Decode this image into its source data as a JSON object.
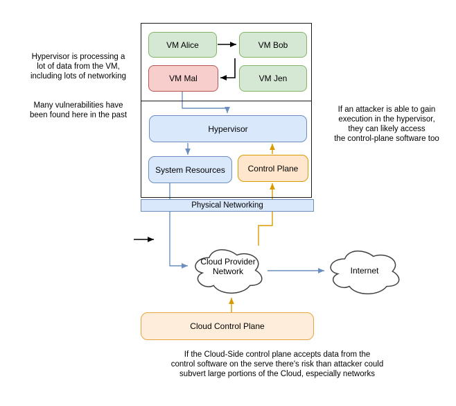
{
  "boxes": {
    "vm_alice": "VM Alice",
    "vm_bob": "VM Bob",
    "vm_mal": "VM Mal",
    "vm_jen": "VM Jen",
    "hypervisor": "Hypervisor",
    "system_resources": "System Resources",
    "control_plane": "Control Plane",
    "physical_networking": "Physical Networking",
    "cloud_control_plane": "Cloud Control Plane"
  },
  "clouds": {
    "cloud_provider_network": "Cloud Provider\nNetwork",
    "internet": "Internet"
  },
  "notes": {
    "left_para1": "Hypervisor is processing a\nlot of data from the VM,\nincluding lots of networking",
    "left_para2": "Many vulnerabilities have\nbeen found here in the past",
    "right": "If an attacker is able to gain\nexecution in the hypervisor,\nthey can likely access\nthe control-plane software too",
    "bottom": "If the Cloud-Side control plane accepts data from the\ncontrol software on the serve there's risk than attacker could\nsubvert large portions of the Cloud, especially networks"
  },
  "colors": {
    "vm_green_fill": "#d5e8d4",
    "vm_green_border": "#82b366",
    "vm_red_fill": "#f8cecc",
    "vm_red_border": "#b85450",
    "blue_fill": "#dae8fc",
    "blue_border": "#6c8ebf",
    "orange_fill": "#ffe6cc",
    "orange_border": "#d79b00",
    "arrow_black": "#000000",
    "arrow_blue": "#6c8ebf",
    "arrow_orange": "#d79b00",
    "cloud_stroke": "#404040"
  }
}
